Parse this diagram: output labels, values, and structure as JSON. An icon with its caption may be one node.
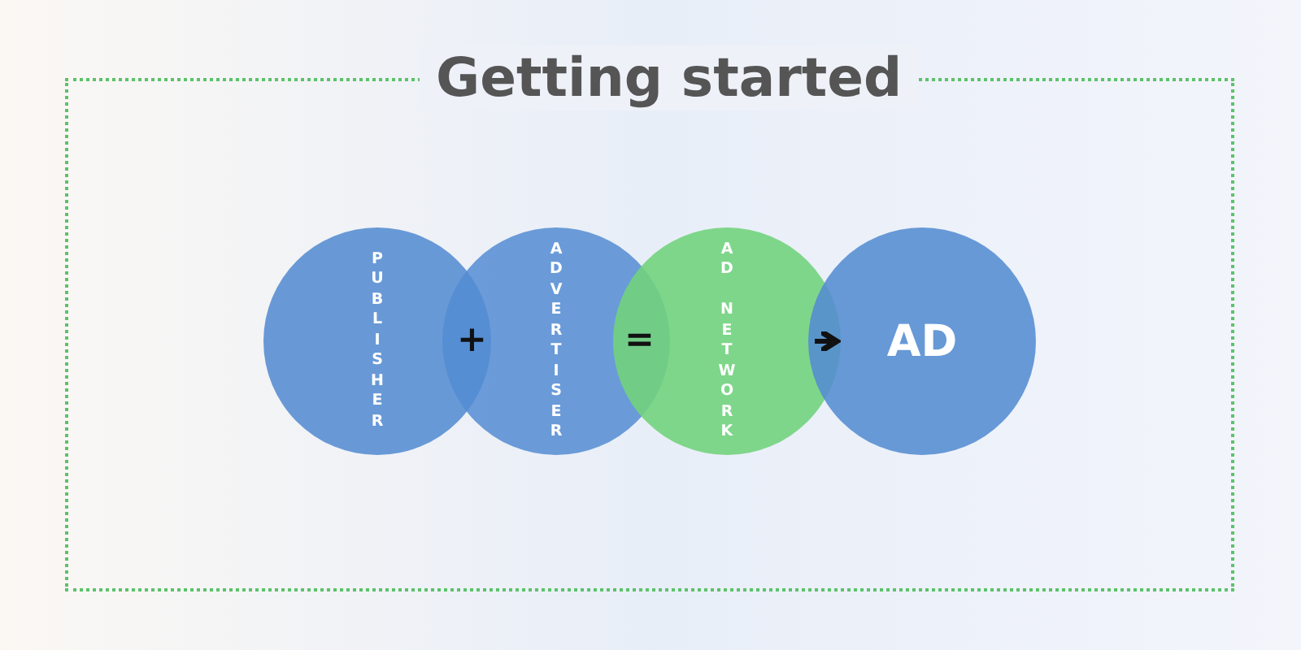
{
  "diagram": {
    "title": "Getting started",
    "nodes": [
      {
        "text": [
          "PUBLISHER"
        ]
      },
      {
        "text": [
          "ADVERTISER"
        ]
      },
      {
        "text": [
          "AD NETWORK"
        ]
      },
      {
        "text": [
          "AD"
        ]
      }
    ],
    "edges": [
      {
        "from": 2,
        "to": 3,
        "arrow": "to"
      }
    ],
    "labels": [
      "+",
      "="
    ]
  }
}
